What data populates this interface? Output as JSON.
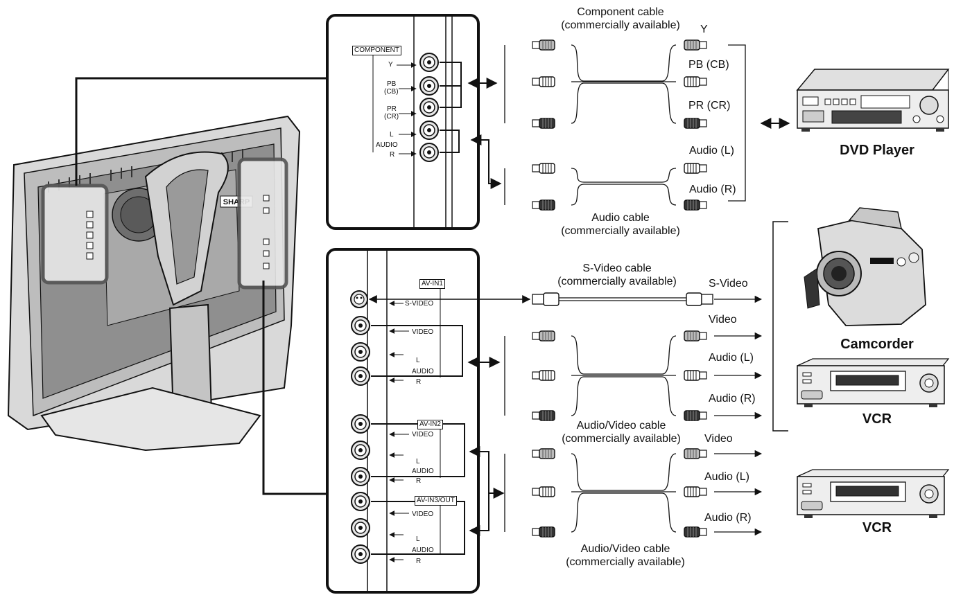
{
  "top_panel": {
    "group_label": "COMPONENT",
    "jack_labels": [
      "Y",
      "PB",
      "(CB)",
      "PR",
      "(CR)",
      "L",
      "AUDIO",
      "R"
    ]
  },
  "bottom_panel": {
    "av_in1_label": "AV-IN1",
    "av_in2_label": "AV-IN2",
    "av_out_label": "AV-IN3/OUT",
    "s_video_label": "S-VIDEO",
    "video_label": "VIDEO",
    "audio_l_label": "L",
    "audio_label": "AUDIO",
    "audio_r_label": "R"
  },
  "cables": {
    "component": [
      "Component cable",
      "(commercially available)"
    ],
    "audio": [
      "Audio cable",
      "(commercially available)"
    ],
    "s_video": [
      "S-Video cable",
      "(commercially available)"
    ],
    "av1": [
      "Audio/Video cable",
      "(commercially available)"
    ],
    "av2": [
      "Audio/Video cable",
      "(commercially available)"
    ]
  },
  "signals": {
    "y": "Y",
    "pb": "PB (CB)",
    "pr": "PR (CR)",
    "audio_l": "Audio (L)",
    "audio_r": "Audio (R)",
    "s_video": "S-Video",
    "video": "Video"
  },
  "devices": {
    "dvd": "DVD Player",
    "camcorder": "Camcorder",
    "vcr1": "VCR",
    "vcr2": "VCR"
  },
  "tv_brand": "SHARP"
}
